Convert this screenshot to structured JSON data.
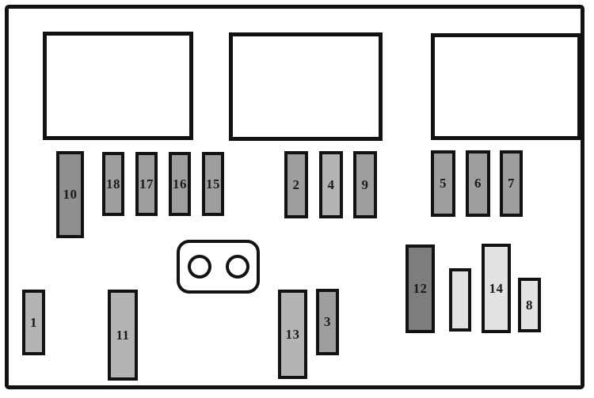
{
  "meta": {
    "title": "Fuse box diagram",
    "description": "Engine compartment fuse box layout with three relay blocks, a twin-socket connector and numbered fuses"
  },
  "palette": {
    "outline": "#121212",
    "background": "#ffffff",
    "fuse_dark": "#7d7d7d",
    "fuse_medium_dark": "#8f8f8f",
    "fuse_medium": "#9e9e9e",
    "fuse_light": "#b4b4b4",
    "fuse_lightest": "#e2e2e2"
  },
  "relay_boxes": [
    {
      "name": "relay-box-left"
    },
    {
      "name": "relay-box-center"
    },
    {
      "name": "relay-box-right"
    }
  ],
  "connector": {
    "name": "twin-socket-connector",
    "socket_count": 2
  },
  "fuses": [
    {
      "label": "10",
      "shade": "medium-dark"
    },
    {
      "label": "18",
      "shade": "medium"
    },
    {
      "label": "17",
      "shade": "medium"
    },
    {
      "label": "16",
      "shade": "medium"
    },
    {
      "label": "15",
      "shade": "medium"
    },
    {
      "label": "2",
      "shade": "medium"
    },
    {
      "label": "4",
      "shade": "light"
    },
    {
      "label": "9",
      "shade": "medium"
    },
    {
      "label": "5",
      "shade": "medium"
    },
    {
      "label": "6",
      "shade": "medium"
    },
    {
      "label": "7",
      "shade": "medium"
    },
    {
      "label": "1",
      "shade": "light"
    },
    {
      "label": "11",
      "shade": "light"
    },
    {
      "label": "13",
      "shade": "light"
    },
    {
      "label": "3",
      "shade": "medium"
    },
    {
      "label": "12",
      "shade": "dark"
    },
    {
      "label": "",
      "shade": "lightest"
    },
    {
      "label": "14",
      "shade": "lightest"
    },
    {
      "label": "8",
      "shade": "lightest"
    }
  ]
}
